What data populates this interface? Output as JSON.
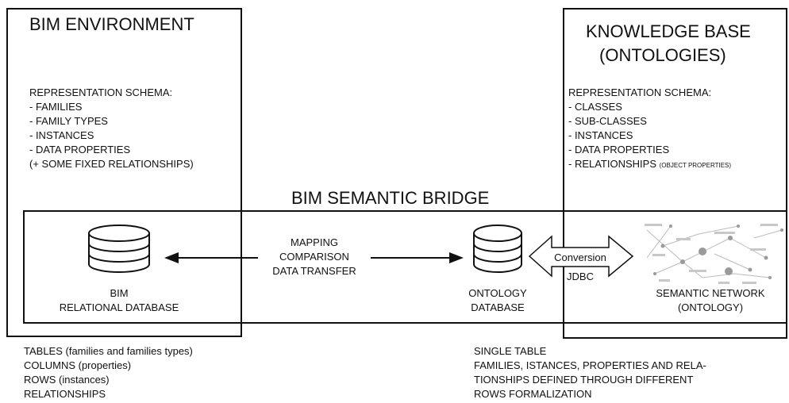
{
  "bim_environment": {
    "title": "BIM ENVIRONMENT",
    "schema_heading": "REPRESENTATION SCHEMA:",
    "schema_items": [
      "- FAMILIES",
      "- FAMILY TYPES",
      "- INSTANCES",
      "- DATA PROPERTIES",
      "(+ SOME FIXED RELATIONSHIPS)"
    ]
  },
  "knowledge_base": {
    "title_line1": "KNOWLEDGE BASE",
    "title_line2": "(ONTOLOGIES)",
    "schema_heading": "REPRESENTATION SCHEMA:",
    "schema_items": [
      "- CLASSES",
      "- SUB-CLASSES",
      "- INSTANCES",
      "- DATA PROPERTIES"
    ],
    "relationships_item": "- RELATIONSHIPS",
    "relationships_note": "(OBJECT PROPERTIES)"
  },
  "bridge": {
    "title": "BIM SEMANTIC BRIDGE",
    "bim_db_line1": "BIM",
    "bim_db_line2": "RELATIONAL DATABASE",
    "mapping_lines": [
      "MAPPING",
      "COMPARISON",
      "DATA TRANSFER"
    ],
    "ontology_db_line1": "ONTOLOGY",
    "ontology_db_line2": "DATABASE",
    "conversion_label": "Conversion",
    "jdbc_label": "JDBC",
    "network_line1": "SEMANTIC NETWORK",
    "network_line2": "(ONTOLOGY)"
  },
  "bottom_left": [
    "TABLES (families and families types)",
    "COLUMNS (properties)",
    "ROWS (instances)",
    "RELATIONSHIPS"
  ],
  "bottom_right": [
    "SINGLE TABLE",
    "FAMILIES, ISTANCES, PROPERTIES AND RELA-",
    "TIONSHIPS DEFINED THROUGH DIFFERENT",
    "ROWS FORMALIZATION"
  ]
}
